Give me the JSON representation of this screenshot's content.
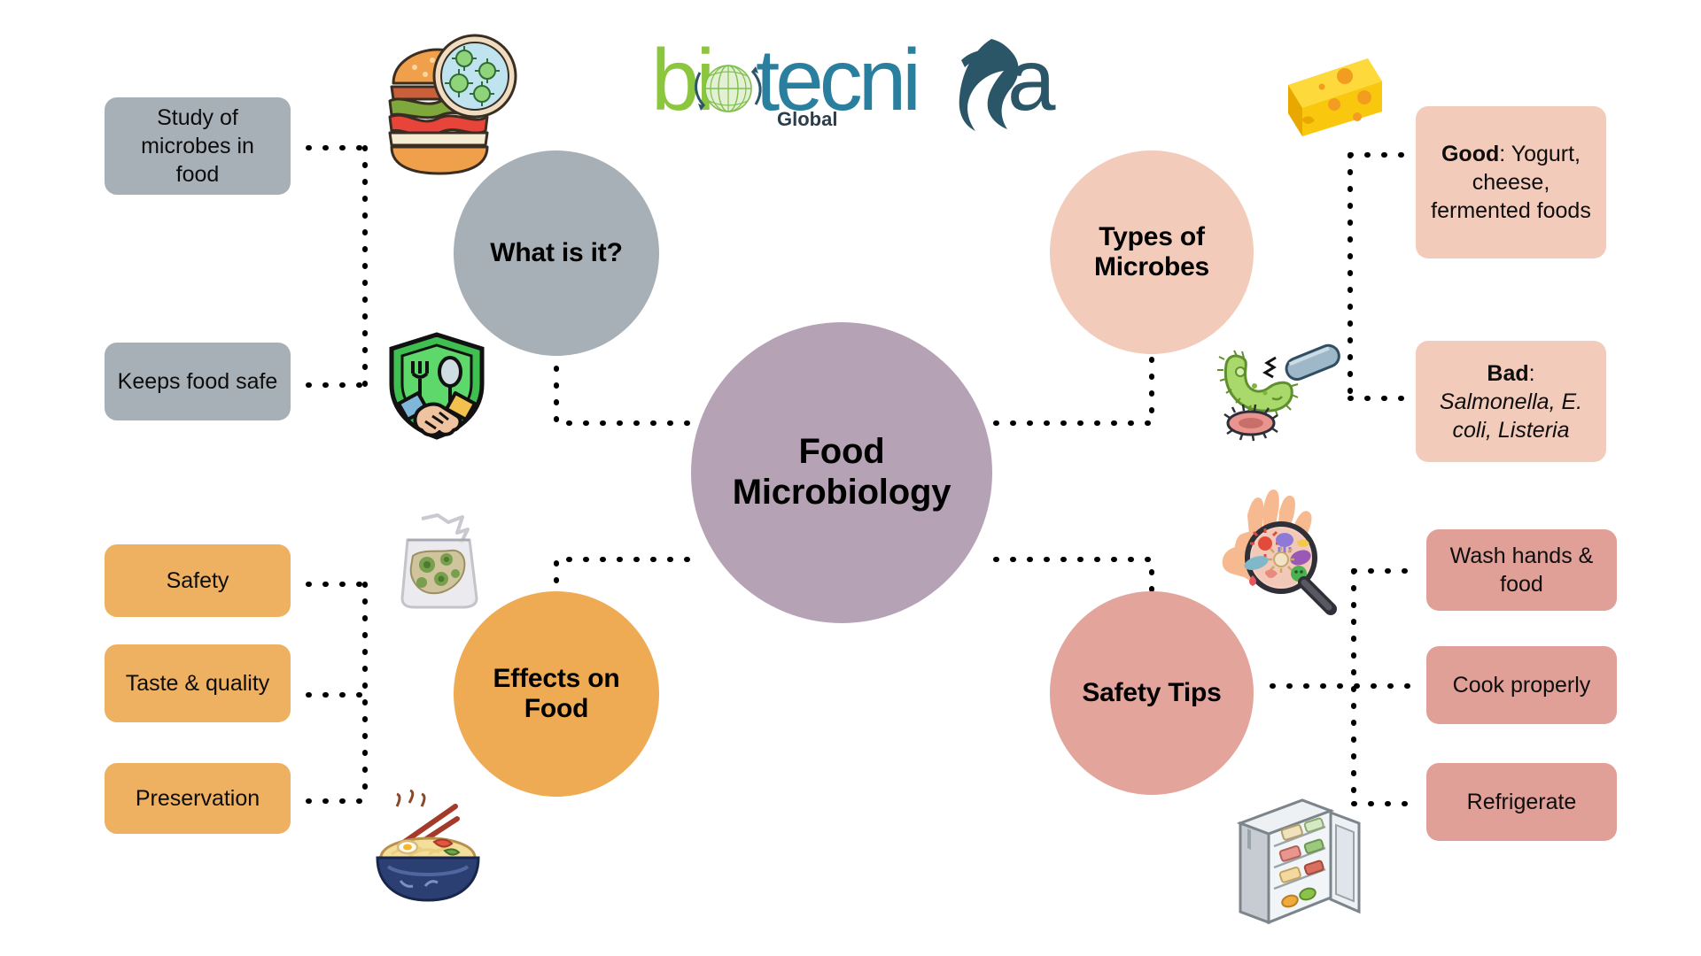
{
  "brand": {
    "logo_alt": "biotecnika-global-logo",
    "part1": "bio",
    "part2": "tecni",
    "part3": "ka",
    "tagline": "Global",
    "colors": {
      "green": "#8cc63f",
      "teal": "#2b7f9e",
      "dark_teal": "#2b5667"
    }
  },
  "diagram": {
    "type": "mind-map",
    "center": {
      "label": "Food Microbiology",
      "color": "#b5a2b5"
    },
    "branches": [
      {
        "id": "what-is-it",
        "label": "What is it?",
        "color": "#a7b0b7",
        "position": "top-left",
        "items": [
          {
            "label": "Study of microbes in food",
            "color": "#a7b0b7"
          },
          {
            "label": "Keeps food safe",
            "color": "#a7b0b7"
          }
        ],
        "icons": [
          "burger-petri-dish-icon",
          "food-safety-shield-handshake-icon"
        ]
      },
      {
        "id": "types-of-microbes",
        "label": "Types of Microbes",
        "color": "#f3cbbb",
        "position": "top-right",
        "items": [
          {
            "label_bold": "Good",
            "label_rest": ": Yogurt, cheese, fermented foods",
            "color": "#f3cbbb"
          },
          {
            "label_bold": "Bad",
            "label_rest": ":",
            "label_italic": "Salmonella, E. coli, Listeria",
            "color": "#f3cbbb"
          }
        ],
        "icons": [
          "cheese-wedge-icon",
          "bacteria-icon"
        ]
      },
      {
        "id": "effects-on-food",
        "label": "Effects on Food",
        "color": "#eeab54",
        "position": "bottom-left",
        "items": [
          {
            "label": "Safety",
            "color": "#eeb061"
          },
          {
            "label": "Taste & quality",
            "color": "#eeb061"
          },
          {
            "label": "Preservation",
            "color": "#eeb061"
          }
        ],
        "icons": [
          "spoiled-food-bag-icon",
          "noodle-bowl-icon"
        ]
      },
      {
        "id": "safety-tips",
        "label": "Safety Tips",
        "color": "#e3a49c",
        "position": "bottom-right",
        "items": [
          {
            "label": "Wash hands & food",
            "color": "#e0a098"
          },
          {
            "label": "Cook properly",
            "color": "#e0a098"
          },
          {
            "label": "Refrigerate",
            "color": "#e0a098"
          }
        ],
        "icons": [
          "hand-magnifier-germs-icon",
          "refrigerator-icon"
        ]
      }
    ],
    "connector_style": "dotted",
    "connector_color": "#000000",
    "background": "#ffffff"
  }
}
